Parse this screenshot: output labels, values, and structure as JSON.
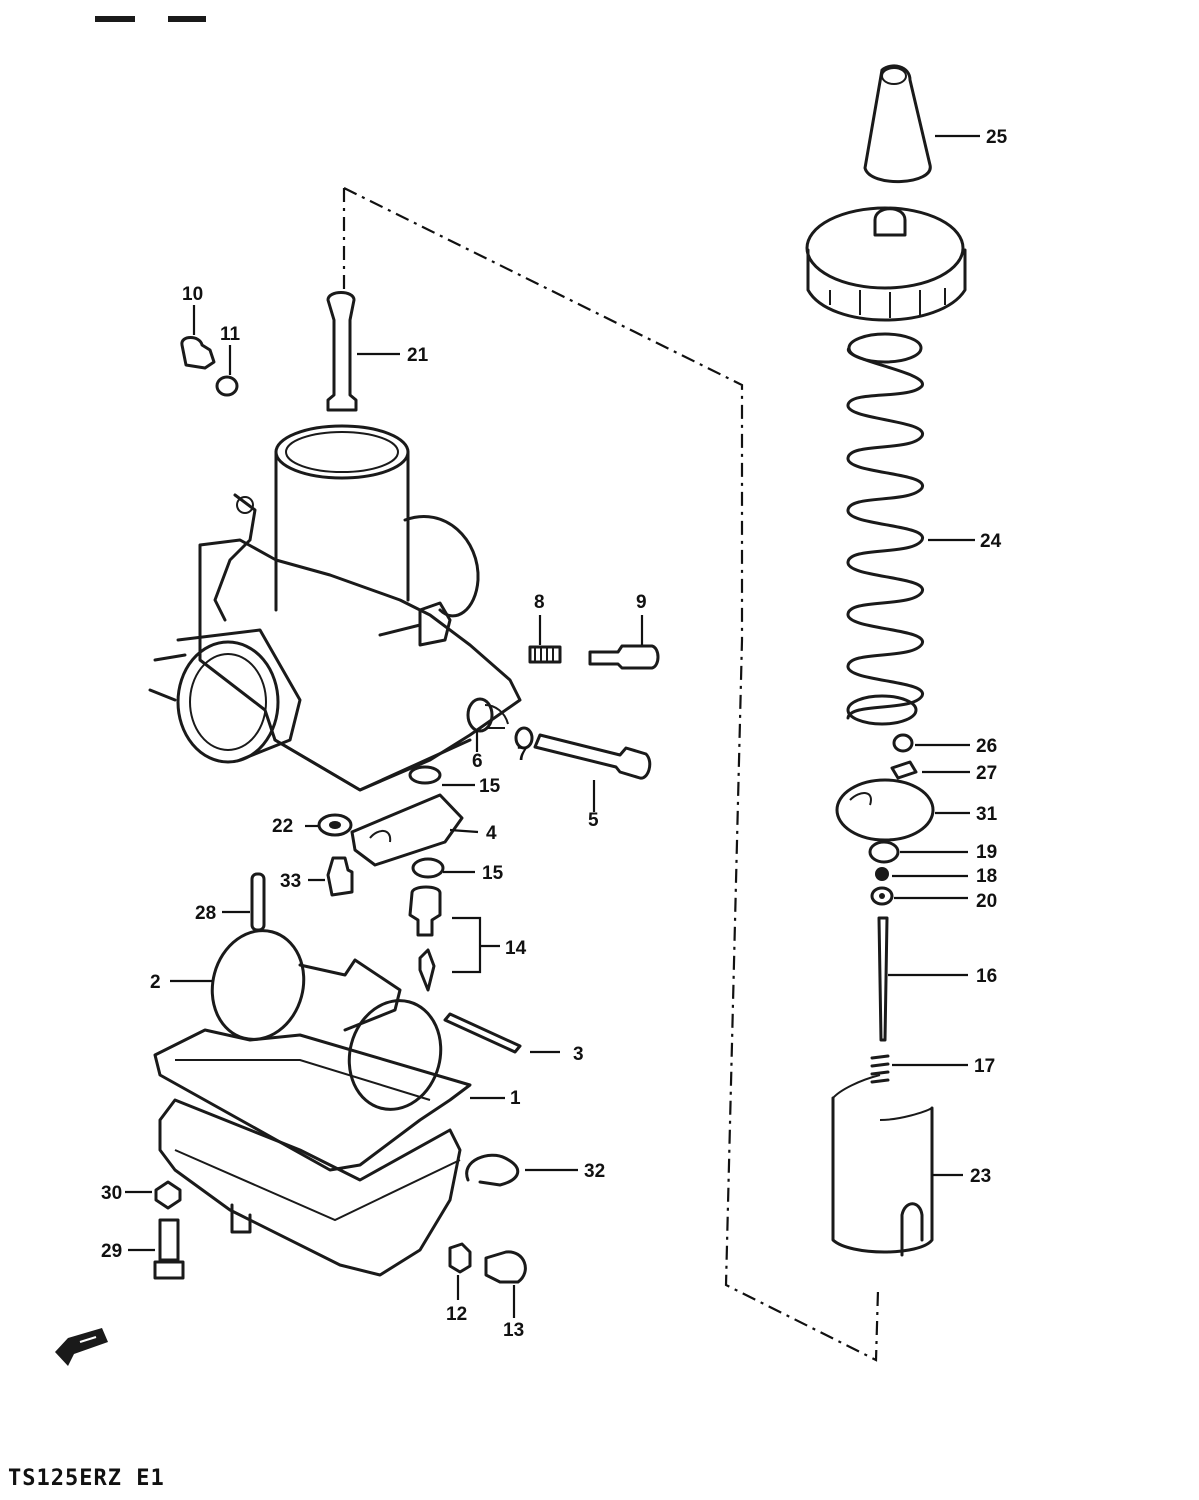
{
  "model_code": "TS125ERZ E1",
  "callouts": {
    "p1": "1",
    "p2": "2",
    "p3": "3",
    "p4": "4",
    "p5": "5",
    "p6": "6",
    "p7": "7",
    "p8": "8",
    "p9": "9",
    "p10": "10",
    "p11": "11",
    "p12": "12",
    "p13": "13",
    "p14": "14",
    "p15a": "15",
    "p15b": "15",
    "p16": "16",
    "p17": "17",
    "p18": "18",
    "p19": "19",
    "p20": "20",
    "p21": "21",
    "p22": "22",
    "p23": "23",
    "p24": "24",
    "p25": "25",
    "p26": "26",
    "p27": "27",
    "p28": "28",
    "p29": "29",
    "p30": "30",
    "p31": "31",
    "p32": "32",
    "p33": "33"
  },
  "icons": {
    "front_arrow": "front-direction-arrow-icon"
  }
}
